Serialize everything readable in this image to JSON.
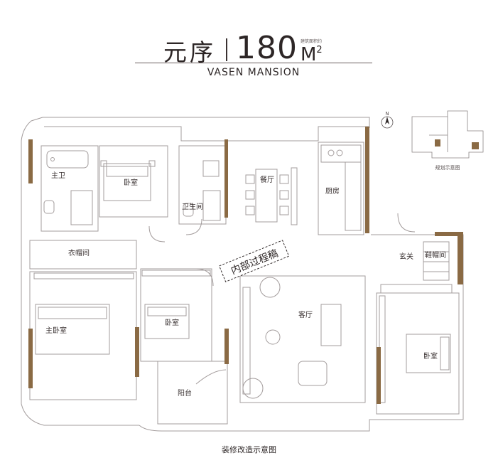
{
  "header": {
    "project_name": "元序",
    "area": "180",
    "area_note": "建筑面积约",
    "unit": "M",
    "unit_power": "2",
    "subtitle": "VASEN MANSION"
  },
  "plan": {
    "rooms": {
      "master_bath": "主卫",
      "bedroom_top": "卧室",
      "bathroom": "卫生间",
      "dining": "餐厅",
      "kitchen": "厨房",
      "cloakroom": "衣帽间",
      "master_bedroom": "主卧室",
      "bedroom_mid": "卧室",
      "living": "客厅",
      "balcony": "阳台",
      "entrance": "玄关",
      "shoe_room": "鞋帽间",
      "bedroom_right": "卧室"
    },
    "stamp": "内部过程稿",
    "key_plan_label": "规划示意图",
    "compass_letter": "N"
  },
  "caption": "装修改造示意图",
  "colors": {
    "wall_accent": "#8a6a44",
    "line": "#9a9393",
    "text": "#2d2626"
  }
}
